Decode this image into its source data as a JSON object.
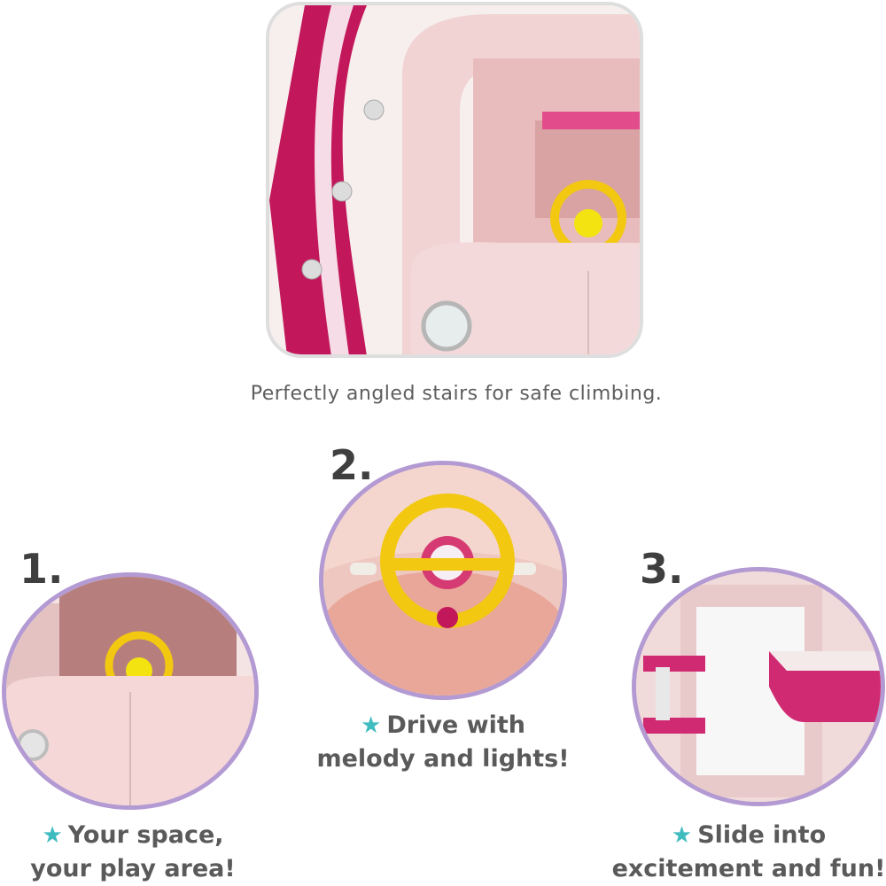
{
  "hero": {
    "caption": "Perfectly angled stairs for safe climbing."
  },
  "features": [
    {
      "number": "1.",
      "line1": "Your space,",
      "line2": "your play area!",
      "star_icon": "star-icon"
    },
    {
      "number": "2.",
      "line1": "Drive with",
      "line2": "melody and lights!",
      "star_icon": "star-icon"
    },
    {
      "number": "3.",
      "line1": "Slide into",
      "line2": "excitement and fun!",
      "star_icon": "star-icon"
    }
  ],
  "colors": {
    "circle_border": "#b39ad3",
    "star": "#3fbcc0",
    "magenta": "#c2185b",
    "pink": "#f0c8c8",
    "yellow": "#f2c811"
  }
}
